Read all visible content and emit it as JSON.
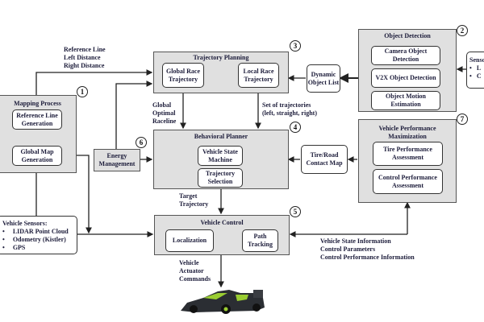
{
  "labels": {
    "reference_line": [
      "Reference Line",
      "Left Distance",
      "Right Distance"
    ],
    "global_optimal_raceline": [
      "Global",
      "Optimal",
      "Raceline"
    ],
    "set_of_trajectories": [
      "Set of trajectories",
      "(left, straight, right)"
    ],
    "target_trajectory": [
      "Target",
      "Trajectory"
    ],
    "vehicle_actuator_commands": [
      "Vehicle",
      "Actuator",
      "Commands"
    ],
    "vehicle_state_info": [
      "Vehicle State Information",
      "Control Parameters",
      "Control Performance Information"
    ]
  },
  "mapping": {
    "title": "Mapping Process",
    "number": "1",
    "ref_line": "Reference Line Generation",
    "global_map": "Global Map Generation"
  },
  "object_detection": {
    "title": "Object Detection",
    "number": "2",
    "camera": "Camera Object Detection",
    "v2x": "V2X Object Detection",
    "motion": "Object Motion Estimation"
  },
  "trajectory_planning": {
    "title": "Trajectory Planning",
    "number": "3",
    "global": "Global Race Trajectory",
    "local": "Local Race Trajectory"
  },
  "behavioral_planner": {
    "title": "Behavioral Planner",
    "number": "4",
    "state_machine": "Vehicle State Machine",
    "selection": "Trajectory Selection"
  },
  "vehicle_control": {
    "title": "Vehicle Control",
    "number": "5",
    "localization": "Localization",
    "path_tracking": "Path Tracking"
  },
  "energy": {
    "title": "Energy Management",
    "number": "6"
  },
  "performance": {
    "title": "Vehicle Performance Maximization",
    "number": "7",
    "tire": "Tire Performance Assessment",
    "control": "Control Performance Assessment"
  },
  "dynamic_object_list": "Dynamic Object List",
  "tire_road_map": "Tire/Road Contact Map",
  "vehicle_sensors": {
    "title": "Vehicle Sensors:",
    "items": [
      "LIDAR Point Cloud",
      "Odometry (Kistler)",
      "GPS"
    ]
  },
  "sensors_right": {
    "title": "Senso",
    "items": [
      "L",
      "C"
    ]
  },
  "colors": {
    "group_fill": "#e0e0e0",
    "text": "#1c1c3a",
    "car_accent": "#9acd32"
  }
}
